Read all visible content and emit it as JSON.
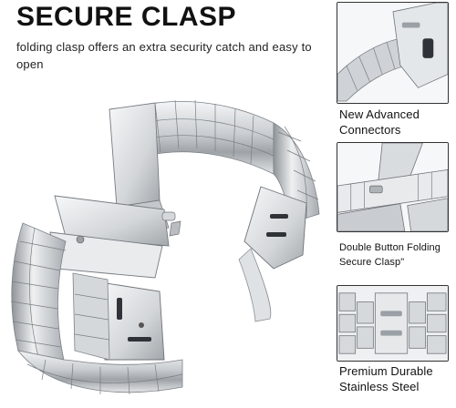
{
  "headline": "SECURE CLASP",
  "subline": "folding clasp offers an extra security catch and easy to open",
  "features": [
    {
      "icon": "connector-image",
      "caption": "New Advanced Connectors"
    },
    {
      "icon": "clasp-image",
      "caption": "Double Button Folding Secure Clasp\""
    },
    {
      "icon": "steel-links-image",
      "caption": "Premium Durable Stainless Steel"
    }
  ],
  "colors": {
    "steel_light": "#e6e8ea",
    "steel_mid": "#b8bcc0",
    "steel_dark": "#6f7378",
    "border": "#333333"
  }
}
